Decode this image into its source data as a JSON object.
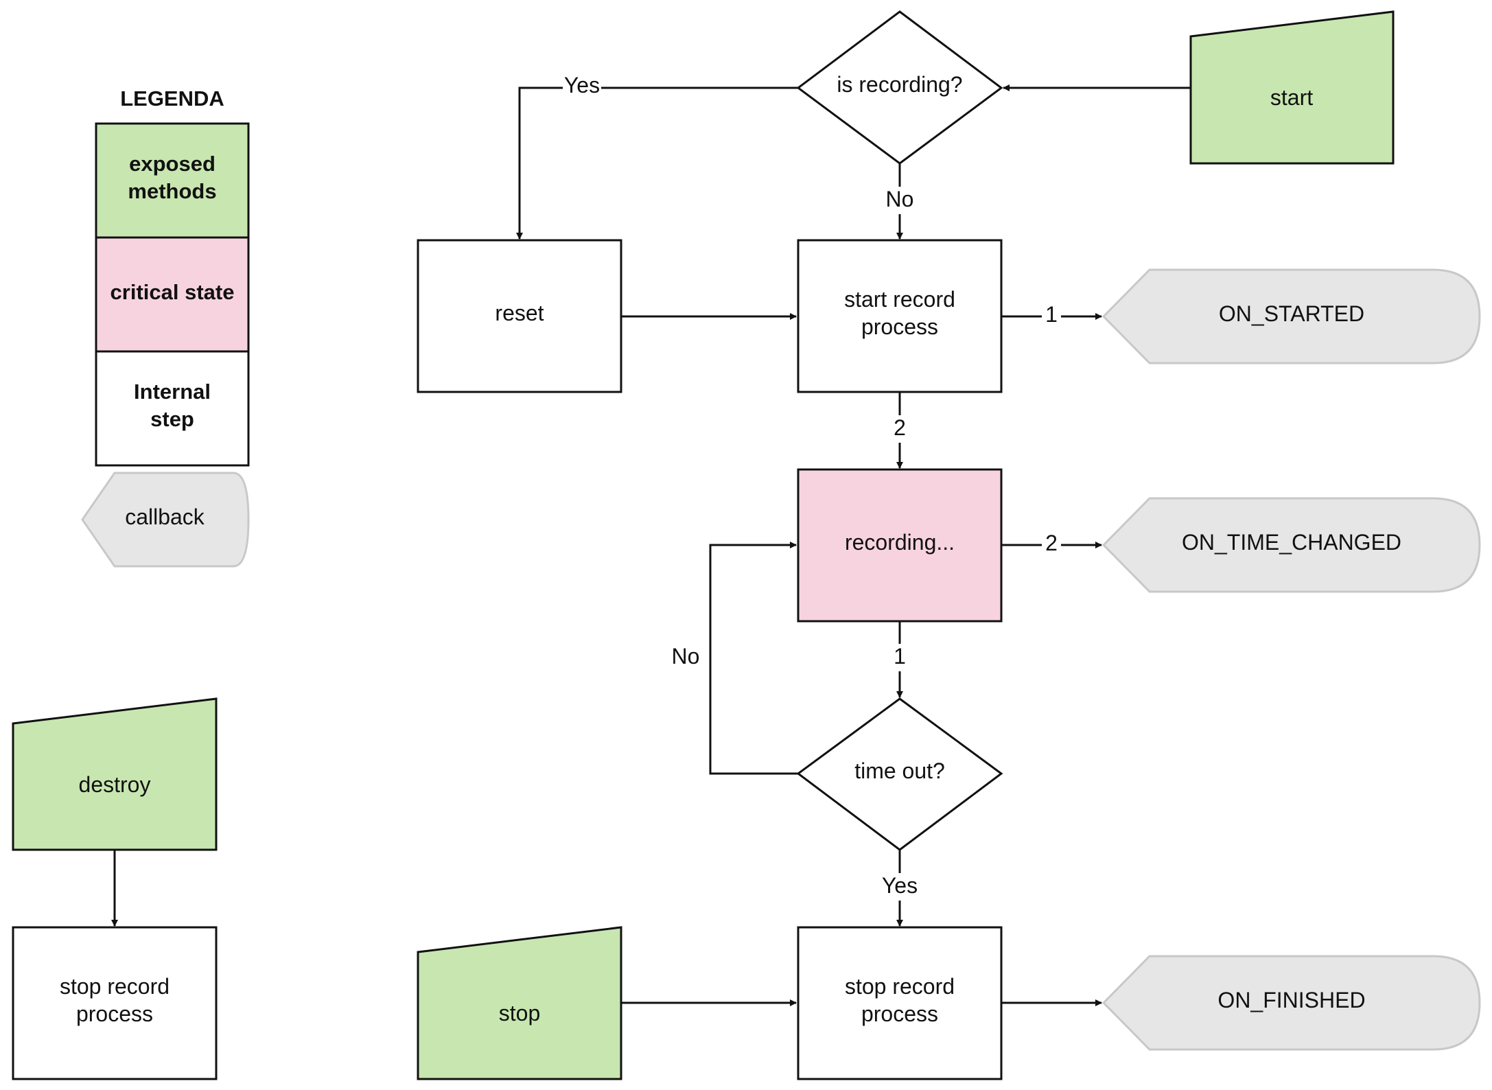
{
  "colors": {
    "exposed": "#c8e6b0",
    "critical": "#f7d3e0",
    "internal": "#ffffff",
    "callback": "#e6e6e6",
    "stroke": "#111111"
  },
  "legend": {
    "title": "LEGENDA",
    "exposed_line1": "exposed",
    "exposed_line2": "methods",
    "critical": "critical state",
    "internal_line1": "Internal",
    "internal_line2": "step",
    "callback": "callback"
  },
  "nodes": {
    "start": "start",
    "is_recording": "is recording?",
    "reset": "reset",
    "start_record_line1": "start record",
    "start_record_line2": "process",
    "on_started": "ON_STARTED",
    "recording": "recording...",
    "on_time_changed": "ON_TIME_CHANGED",
    "time_out": "time out?",
    "stop": "stop",
    "stop_record_line1": "stop record",
    "stop_record_line2": "process",
    "on_finished": "ON_FINISHED",
    "destroy": "destroy",
    "destroy_stop_line1": "stop record",
    "destroy_stop_line2": "process"
  },
  "edges": {
    "yes_to_reset": "Yes",
    "no_to_start_record": "No",
    "start_record_to_on_started": "1",
    "start_record_to_recording": "2",
    "recording_to_on_time_changed": "2",
    "recording_to_time_out": "1",
    "time_out_no": "No",
    "time_out_yes": "Yes"
  }
}
